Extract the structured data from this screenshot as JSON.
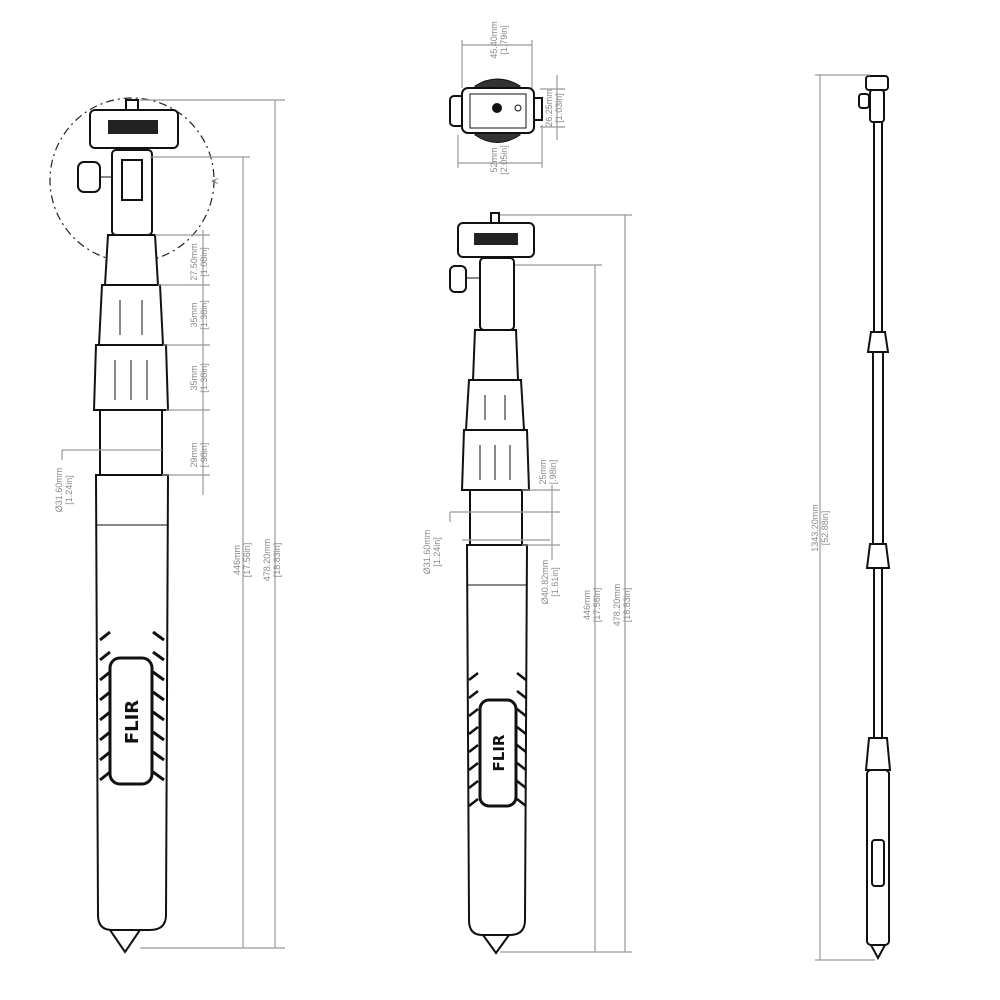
{
  "detail_label": "A",
  "logo_text": "FLIR",
  "view_front": {
    "dimensions": [
      {
        "id": "head-height",
        "value": "27.50mm",
        "imperial": "[1.08in]"
      },
      {
        "id": "collar-1",
        "value": "35mm",
        "imperial": "[1.38in]"
      },
      {
        "id": "collar-2",
        "value": "35mm",
        "imperial": "[1.38in]"
      },
      {
        "id": "tube-segment",
        "value": "29mm",
        "imperial": "[.98in]"
      },
      {
        "id": "tube-diameter",
        "value": "Ø31.60mm",
        "imperial": "[1.24in]"
      },
      {
        "id": "length-body",
        "value": "446mm",
        "imperial": "[17.56in]"
      },
      {
        "id": "length-total",
        "value": "478.20mm",
        "imperial": "[18.83in]"
      }
    ]
  },
  "view_top": {
    "dimensions": [
      {
        "id": "plate-width",
        "value": "45.40mm",
        "imperial": "[1.79in]"
      },
      {
        "id": "plate-depth",
        "value": "26.25mm",
        "imperial": "[1.03in]"
      },
      {
        "id": "overall-width",
        "value": "52mm",
        "imperial": "[2.05in]"
      }
    ]
  },
  "view_side": {
    "dimensions": [
      {
        "id": "tube-segment",
        "value": "25mm",
        "imperial": "[.98in]"
      },
      {
        "id": "tube-diameter",
        "value": "Ø31.60mm",
        "imperial": "[1.24in]"
      },
      {
        "id": "grip-diameter",
        "value": "Ø40.82mm",
        "imperial": "[1.61in]"
      },
      {
        "id": "length-body",
        "value": "446mm",
        "imperial": "[17.56in]"
      },
      {
        "id": "length-total",
        "value": "478.20mm",
        "imperial": "[18.83in]"
      }
    ]
  },
  "view_extended": {
    "dimensions": [
      {
        "id": "length-extended",
        "value": "1343.20mm",
        "imperial": "[52.88in]"
      }
    ]
  }
}
